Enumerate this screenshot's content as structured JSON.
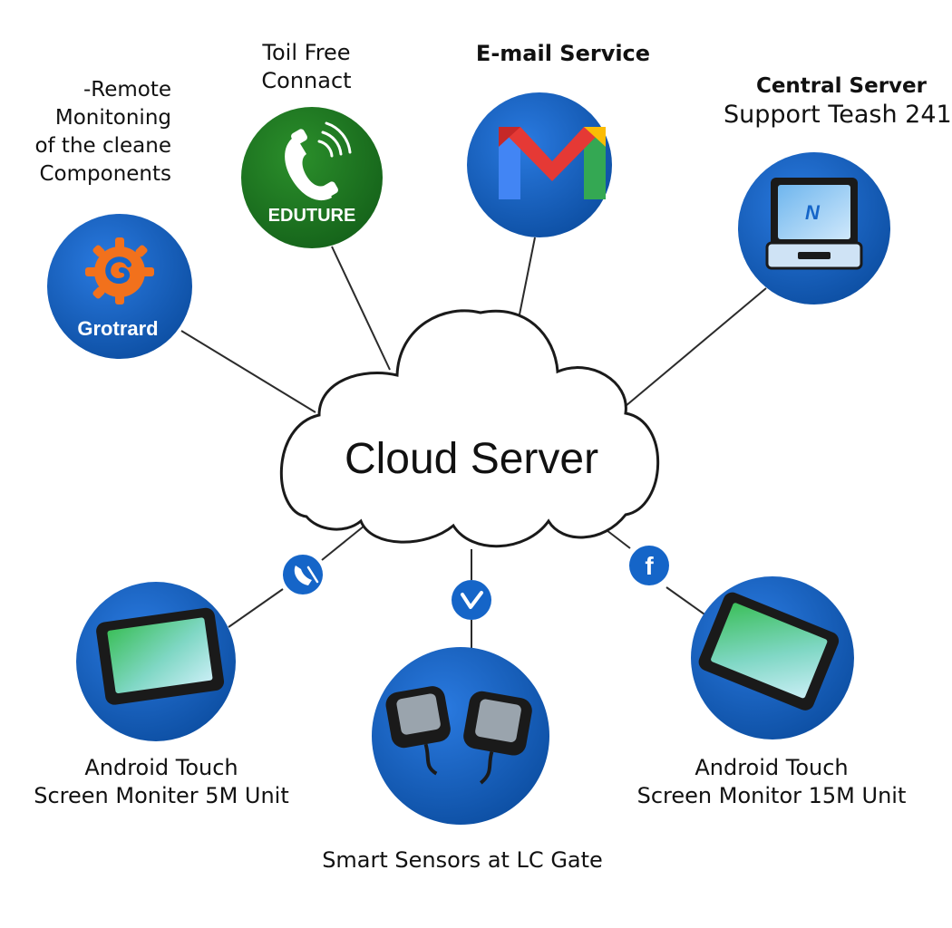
{
  "center": {
    "label": "Cloud Server"
  },
  "nodes": {
    "remote_monitoring": {
      "label_lines": [
        "-Remote",
        "Monitoning",
        "of the cleane",
        "Components"
      ],
      "icon": "grafana-swirl-icon",
      "icon_text": "Grotrard"
    },
    "toll_free": {
      "label_lines": [
        "Toil Free",
        "Connact"
      ],
      "icon": "phone-icon",
      "icon_text": "EDUTURE"
    },
    "email": {
      "label": "E-mail Service",
      "icon": "gmail-icon"
    },
    "central_server": {
      "label_line1": "Central Server",
      "label_line2": "Support Teash 241",
      "icon": "laptop-monitor-icon",
      "icon_text": "N"
    },
    "android_left": {
      "label_lines": [
        "Android Touch",
        "Screen Moniter 5M Unit"
      ],
      "icon": "tablet-icon"
    },
    "smart_sensors": {
      "label": "Smart Sensors at LC Gate",
      "icon": "sensor-pair-icon"
    },
    "android_right": {
      "label_lines": [
        "Android Touch",
        "Screen Monitor 15M Unit"
      ],
      "icon": "tablet-icon"
    }
  },
  "connector_badges": {
    "left": {
      "icon": "phone-glyph-icon"
    },
    "middle": {
      "icon": "checkmark-icon"
    },
    "right": {
      "icon": "facebook-f-icon",
      "text": "f"
    }
  },
  "colors": {
    "node_blue": "#1565c8",
    "node_blue_dark": "#0d4fa3",
    "phone_green": "#1e7a1e",
    "grafana_orange": "#f2711c",
    "gmail_red": "#e53935",
    "gmail_blue": "#4285f4",
    "gmail_green": "#34a853",
    "gmail_yellow": "#fbbc04",
    "line": "#2b2b2b",
    "cloud_stroke": "#1a1a1a"
  }
}
